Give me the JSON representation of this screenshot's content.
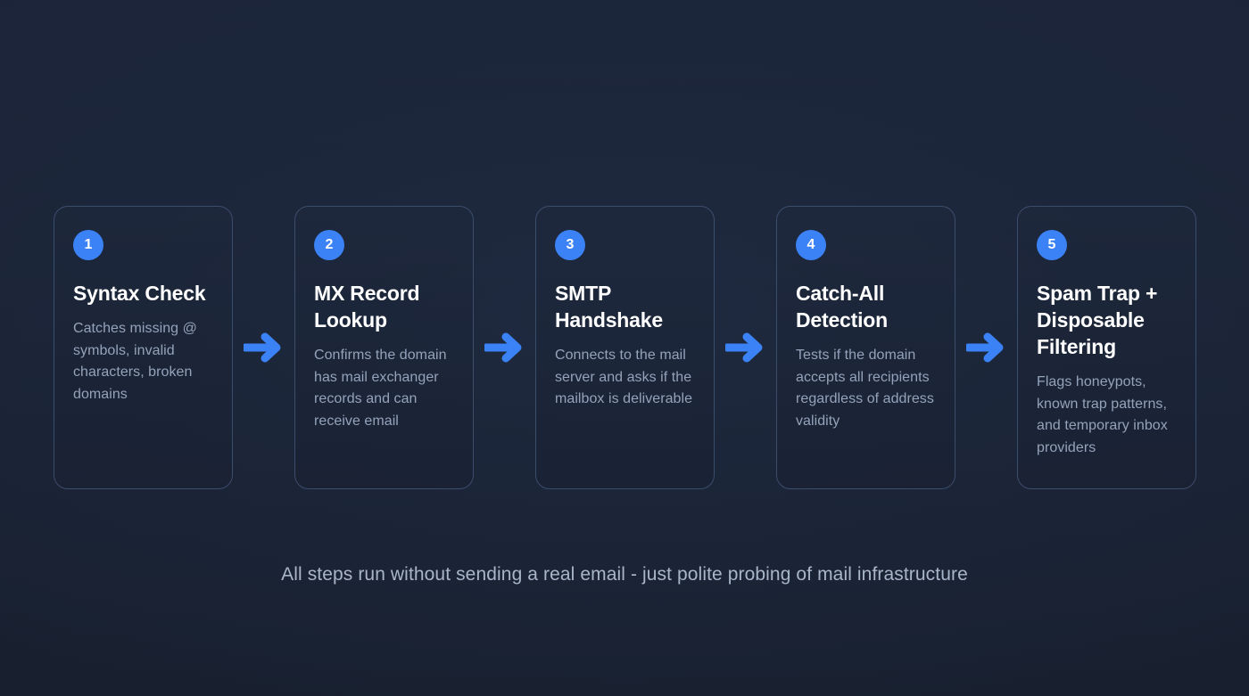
{
  "theme": {
    "background": "#1a2335",
    "card_border": "#3c4c6b",
    "accent": "#3b82f6",
    "title_color": "#ffffff",
    "body_color": "#94a2ba",
    "caption_color": "#a9b6c9"
  },
  "flow": {
    "arrow_icon": "arrow-right-icon",
    "steps": [
      {
        "number": "1",
        "title": "Syntax Check",
        "description": "Catches missing @ symbols, invalid characters, broken domains"
      },
      {
        "number": "2",
        "title": "MX Record Lookup",
        "description": "Confirms the domain has mail exchanger records and can receive email"
      },
      {
        "number": "3",
        "title": "SMTP Handshake",
        "description": "Connects to the mail server and asks if the mailbox is deliverable"
      },
      {
        "number": "4",
        "title": "Catch-All Detection",
        "description": "Tests if the domain accepts all recipients regardless of address validity"
      },
      {
        "number": "5",
        "title": "Spam Trap + Disposable Filtering",
        "description": "Flags honeypots, known trap patterns, and temporary inbox providers"
      }
    ]
  },
  "caption": "All steps run without sending a real email - just polite probing of mail infrastructure"
}
